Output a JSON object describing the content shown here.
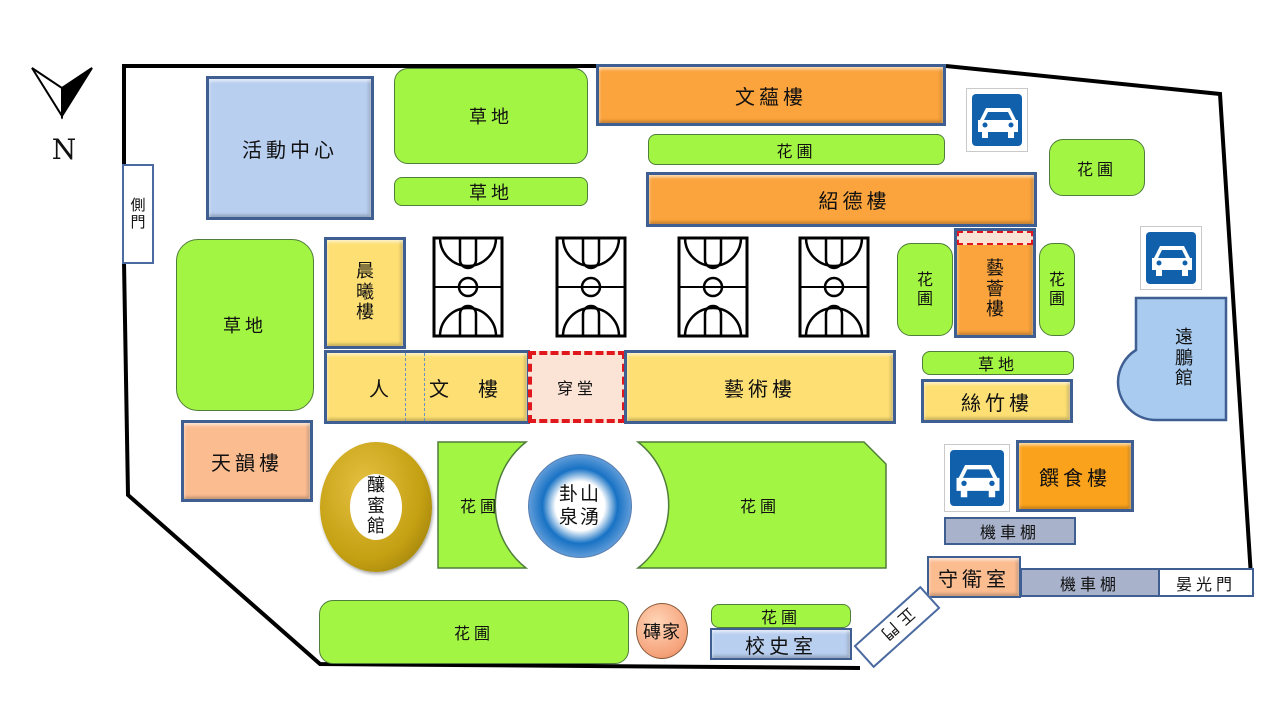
{
  "compass": {
    "label": "N"
  },
  "gates": {
    "side_gate": "側門",
    "main_gate": "正門",
    "yanguang_gate": "晏光門"
  },
  "buildings": {
    "activity_center": "活動中心",
    "wenyun": "文蘊樓",
    "shaode": "紹德樓",
    "yihui": "藝薈樓",
    "chenxi": "晨曦樓",
    "renwen": [
      "人",
      "文",
      "樓"
    ],
    "chuantang": "穿堂",
    "yishu": "藝術樓",
    "sizhu": "絲竹樓",
    "yuanpeng": "遠鵬館",
    "tianyun": "天韻樓",
    "niangmi": "釀蜜館",
    "fountain": "卦山泉湧",
    "zhuanjia": "磚家",
    "history_room": "校史室",
    "canteen": "饌食樓",
    "guard_room": "守衛室"
  },
  "green": {
    "lawn_top_big": "草地",
    "lawn_top_small": "草地",
    "lawn_left": "草地",
    "lawn_right": "草地",
    "garden_strip_top": "花圃",
    "garden_ne": "花圃",
    "garden_yihui_left": "花圃",
    "garden_yihui_right": "花圃",
    "garden_center_left": "花圃",
    "garden_center_right": "花圃",
    "garden_bottom": "花圃",
    "garden_history": "花圃"
  },
  "parking": {
    "motorcycle_shed_1": "機車棚",
    "motorcycle_shed_2": "機車棚"
  },
  "icons": {
    "car": "parking-car",
    "court": "basketball-court",
    "compass": "north-arrow"
  },
  "colors": {
    "building_orange": "#fba33c",
    "building_yellow": "#fddf73",
    "building_blue": "#b9cff0",
    "grass": "#a3f544",
    "parking_blue": "#1160ac",
    "passage_red": "#e0171c"
  }
}
